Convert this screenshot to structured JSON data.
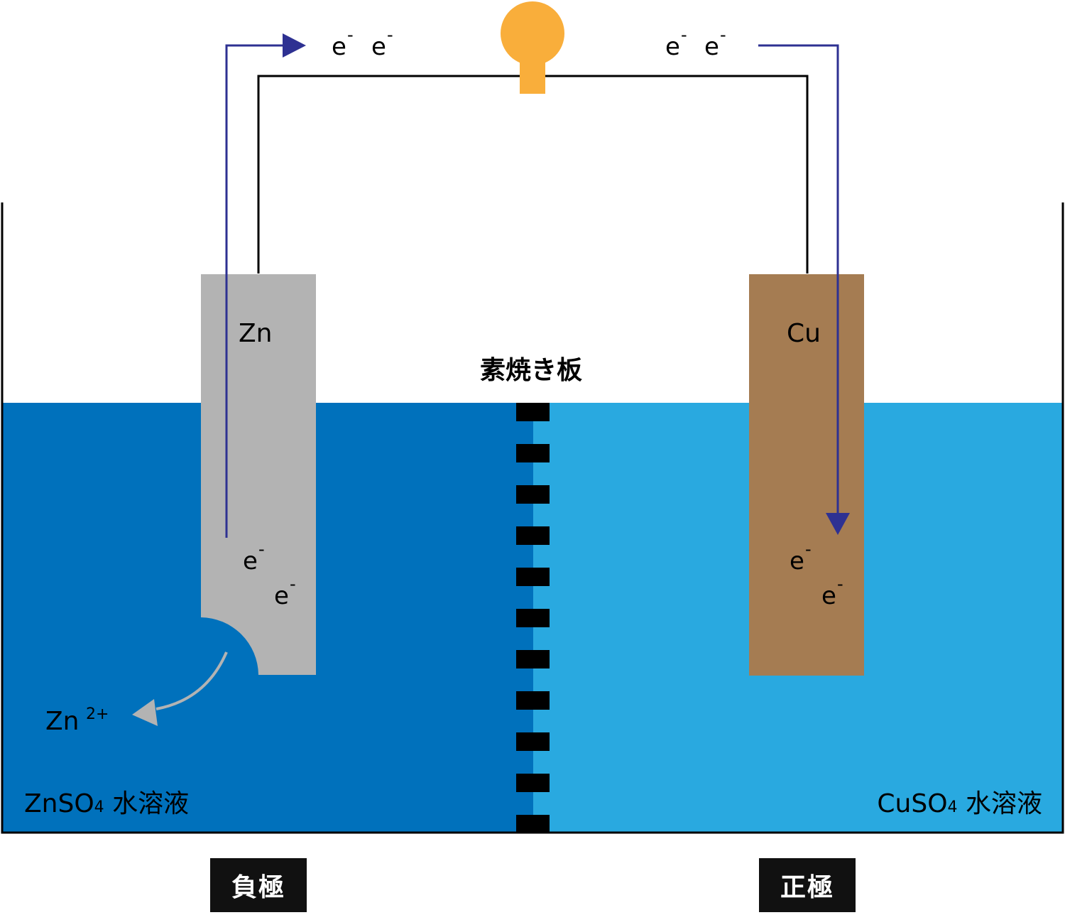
{
  "colors": {
    "left_solution": "#0071bc",
    "right_solution": "#29a9e0",
    "zinc": "#b3b3b3",
    "copper": "#a57c52",
    "bulb": "#f9ae3b",
    "electron_flow": "#2e3192",
    "ion_arrow": "#b3b3b3",
    "membrane": "#000000"
  },
  "labels": {
    "zn_electrode": "Zn",
    "cu_electrode": "Cu",
    "membrane": "素焼き板",
    "zn_ion_base": "Zn",
    "zn_ion_charge": "2+",
    "electron": "e",
    "electron_charge": "-",
    "left_solution_formula": "ZnSO",
    "left_solution_sub": "4",
    "left_solution_name": " 水溶液",
    "right_solution_formula": "CuSO",
    "right_solution_sub": "4",
    "right_solution_name": " 水溶液",
    "negative_electrode": "負極",
    "positive_electrode": "正極"
  }
}
